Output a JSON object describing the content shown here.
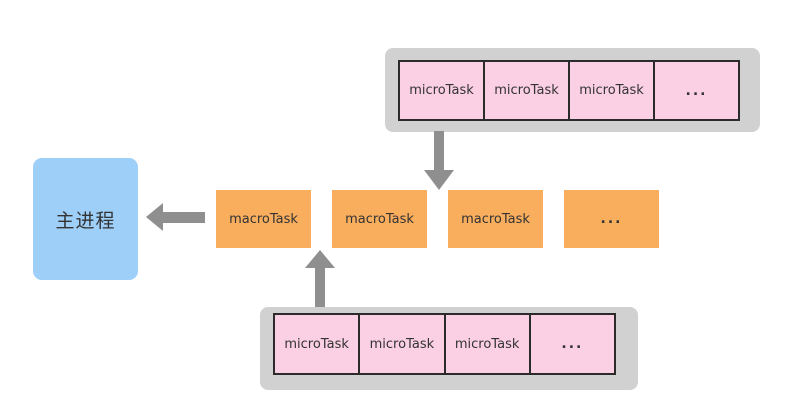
{
  "diagram": {
    "main_process": {
      "label": "主进程"
    },
    "macro_queue": {
      "items": [
        "macroTask",
        "macroTask",
        "macroTask",
        "..."
      ]
    },
    "micro_queue_top": {
      "items": [
        "microTask",
        "microTask",
        "microTask",
        "..."
      ]
    },
    "micro_queue_bottom": {
      "items": [
        "microTask",
        "microTask",
        "microTask",
        "..."
      ]
    },
    "arrows": [
      {
        "name": "top-micro-queue-to-macro-row",
        "direction": "down"
      },
      {
        "name": "bottom-micro-queue-to-macro-row",
        "direction": "up"
      },
      {
        "name": "macro-row-to-main-process",
        "direction": "left"
      }
    ],
    "colors": {
      "main_process_bg": "#9ecff8",
      "macro_task_bg": "#f9ae5e",
      "micro_task_bg": "#fbd0e4",
      "queue_container_bg": "#d1d1d1",
      "cell_border": "#2b2b2b",
      "arrow": "#8f8f8f",
      "text": "#333333",
      "background": "#ffffff"
    }
  }
}
